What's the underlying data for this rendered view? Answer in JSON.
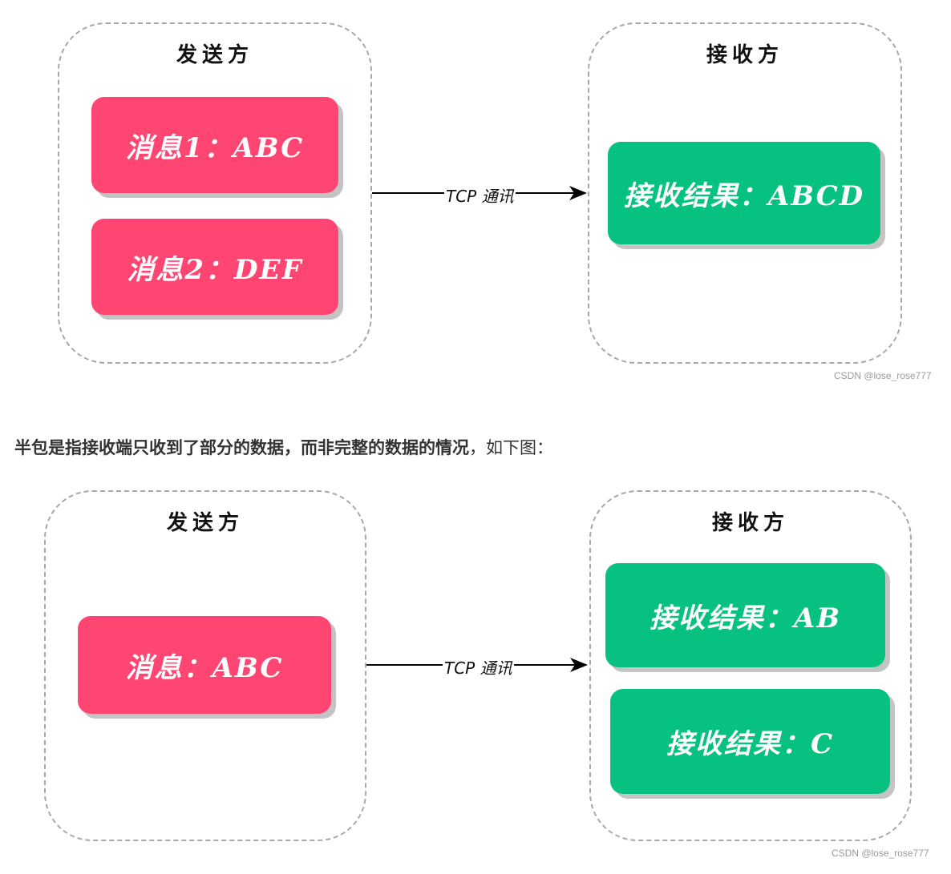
{
  "colors": {
    "sender_box": "#ff4672",
    "receiver_box": "#06c17f",
    "group_border": "#a8a8a8",
    "arrow": "#000000"
  },
  "diagram1": {
    "sender_title": "发送方",
    "receiver_title": "接收方",
    "sender_messages": [
      "消息1：ABC",
      "消息2：DEF"
    ],
    "receiver_results": [
      "接收结果：ABCD"
    ],
    "arrow_label": "TCP 通讯",
    "watermark": "CSDN @lose_rose777"
  },
  "caption": {
    "bold_text": "半包是指接收端只收到了部分的数据，而非完整的数据的情况",
    "normal_text": "，如下图："
  },
  "diagram2": {
    "sender_title": "发送方",
    "receiver_title": "接收方",
    "sender_messages": [
      "消息：ABC"
    ],
    "receiver_results": [
      "接收结果：AB",
      "接收结果：C"
    ],
    "arrow_label": "TCP 通讯",
    "watermark": "CSDN @lose_rose777"
  }
}
